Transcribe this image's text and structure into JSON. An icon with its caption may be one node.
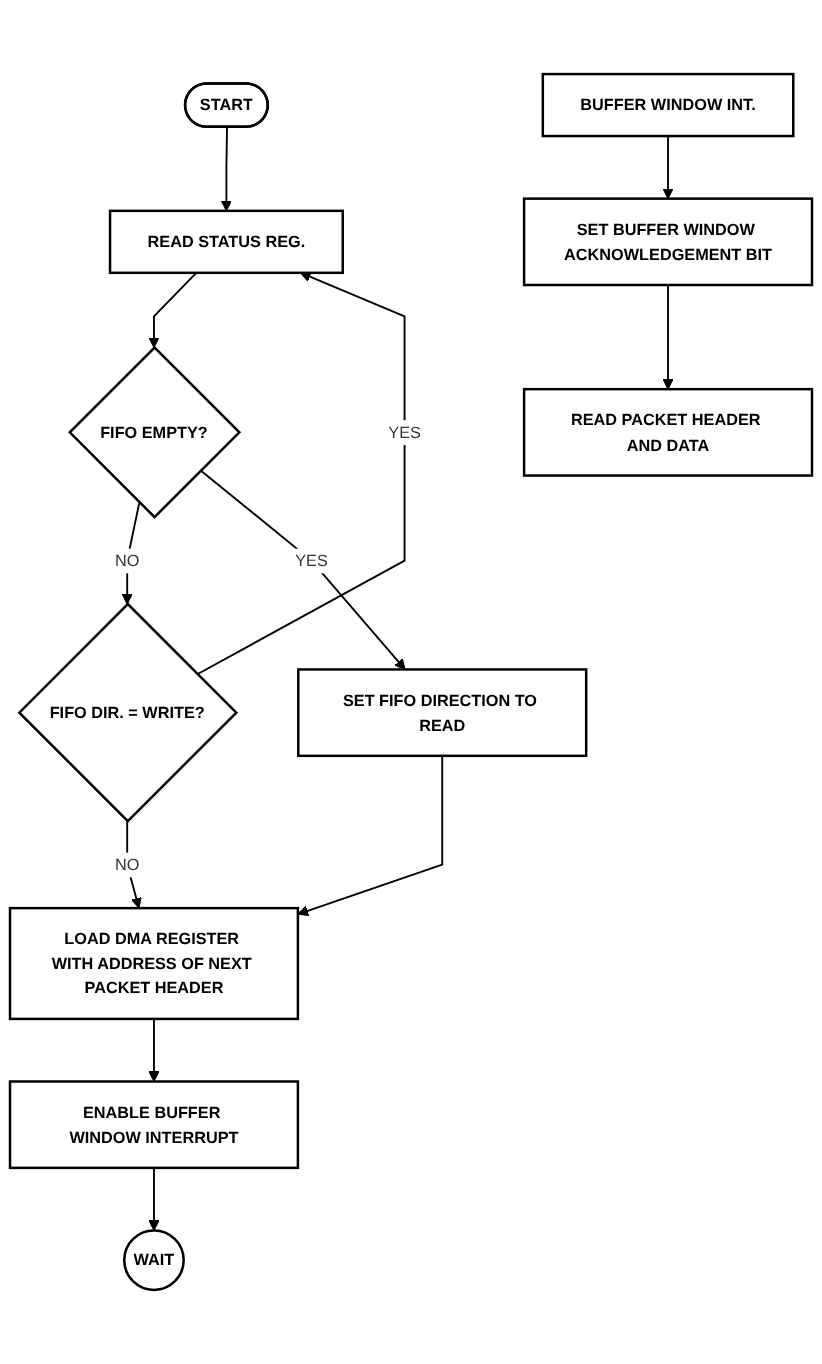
{
  "diagram": {
    "nodes": [
      {
        "text": [
          "START"
        ]
      },
      {
        "text": [
          "READ STATUS REG."
        ]
      },
      {
        "text": [
          "FIFO EMPTY?"
        ]
      },
      {
        "text": [
          "FIFO DIR. = WRITE?"
        ]
      },
      {
        "text": [
          "SET FIFO DIRECTION TO READ"
        ]
      },
      {
        "text": [
          "LOAD DMA REGISTER WITH ADDRESS OF NEXT PACKET HEADER"
        ]
      },
      {
        "text": [
          "ENABLE BUFFER WINDOW INTERRUPT"
        ]
      },
      {
        "text": [
          "WAIT"
        ]
      },
      {
        "text": [
          "SET BUFFER WINDOW ACKNOWLEDGEMENT BIT"
        ]
      },
      {
        "text": [
          "BUFFER WINDOW INT."
        ]
      },
      {
        "text": [
          "READ PACKET HEADER AND DATA"
        ]
      }
    ],
    "edges": [
      {
        "from": 0,
        "to": 1,
        "arrow": "to"
      },
      {
        "from": 1,
        "to": 2,
        "arrow": "to"
      },
      {
        "from": 2,
        "to": 3,
        "label": "NO",
        "arrow": "to"
      },
      {
        "from": 3,
        "to": 1,
        "label": "YES",
        "arrow": "to"
      },
      {
        "from": 2,
        "to": 4,
        "label": "YES",
        "arrow": "to"
      },
      {
        "from": 3,
        "to": 5,
        "label": "NO",
        "arrow": "to"
      },
      {
        "from": 4,
        "to": 5,
        "arrow": "to"
      },
      {
        "from": 5,
        "to": 6,
        "arrow": "to"
      },
      {
        "from": 6,
        "to": 7,
        "arrow": "to"
      },
      {
        "from": 9,
        "to": 8,
        "arrow": "to"
      },
      {
        "from": 8,
        "to": 10,
        "arrow": "to"
      }
    ]
  }
}
